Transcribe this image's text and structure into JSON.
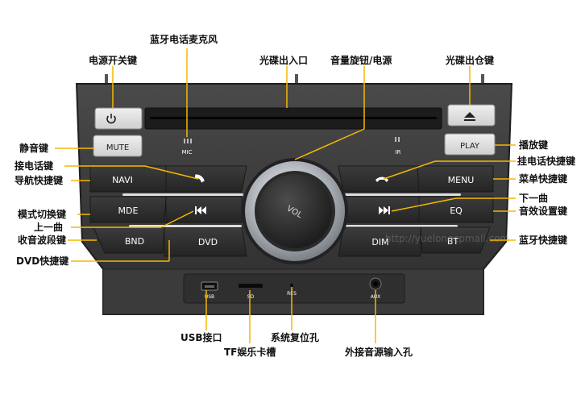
{
  "panel": {
    "buttons": {
      "power_icon": "power-icon",
      "mute": "MUTE",
      "eject_icon": "eject-icon",
      "play": "PLAY",
      "navi": "NAVI",
      "menu": "MENU",
      "mode": "MDE",
      "eq": "EQ",
      "band": "BND",
      "bt": "BT",
      "dvd": "DVD",
      "dim": "DIM",
      "knob": "VOL"
    },
    "markings": {
      "mic": "MIC",
      "ir": "IR",
      "usb": "USB",
      "sd": "SD",
      "res": "RES",
      "aux": "AUX"
    },
    "watermark": "http://yuelongcpmall.com"
  },
  "callouts": {
    "bt_mic": "蓝牙电话麦克风",
    "power_key": "电源开关键",
    "disc_slot": "光碟出入口",
    "volume_knob": "音量旋钮/电源",
    "eject_key": "光碟出仓键",
    "mute_key": "静音键",
    "play_key": "播放键",
    "answer_call": "接电话键",
    "hangup_call": "挂电话快捷键",
    "navi_key": "导航快捷键",
    "menu_key": "菜单快捷键",
    "next_track": "下一曲",
    "mode_key": "模式切换键",
    "eq_key": "音效设置键",
    "prev_track": "上一曲",
    "band_key": "收音波段键",
    "bt_key": "蓝牙快捷键",
    "dvd_key": "DVD快捷键",
    "usb_port": "USB接口",
    "tf_slot": "TF娱乐卡槽",
    "reset_hole": "系统复位孔",
    "aux_in": "外接音源输入孔"
  },
  "colors": {
    "panel": "#3a3a3a",
    "button": "#2b2b2b",
    "callout_line": "#f5b800",
    "knob_ring": "#c9cdd2"
  }
}
